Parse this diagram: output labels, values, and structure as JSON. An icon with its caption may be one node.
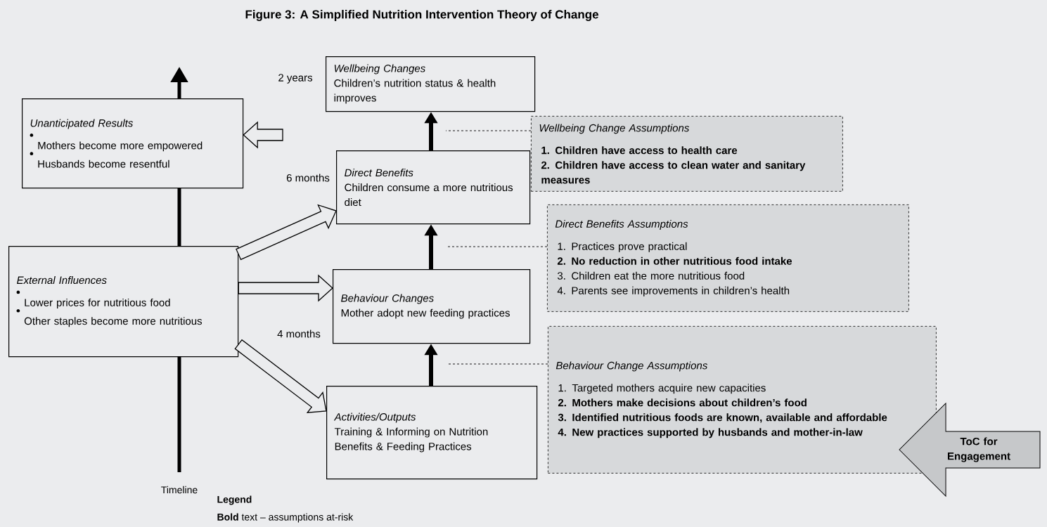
{
  "diagram": {
    "title": "Figure 3:  A Simplified Nutrition Intervention Theory of Change",
    "nodes": [
      {
        "text": [
          "Wellbeing Changes",
          "Children’s nutrition status & health improves"
        ],
        "beside": [
          "2 years"
        ]
      },
      {
        "text": [
          "Direct Benefits",
          "Children consume a more nutritious diet"
        ],
        "beside": [
          "6 months"
        ]
      },
      {
        "text": [
          "Behaviour Changes",
          "Mother adopt new feeding practices"
        ],
        "beside": [
          "4 months"
        ]
      },
      {
        "text": [
          "Activities/Outputs",
          "Training & Informing on Nutrition Benefits & Feeding Practices"
        ]
      },
      {
        "text": [
          "Unanticipated Results",
          "Mothers become more empowered",
          "Husbands become resentful"
        ]
      },
      {
        "text": [
          "External Influences",
          "Lower prices for nutritious food",
          "Other staples become more nutritious"
        ]
      },
      {
        "text": [
          "Wellbeing Change Assumptions",
          "**1. Children have access to health care**",
          "**2. Children have access to clean water and sanitary measures**"
        ]
      },
      {
        "text": [
          "Direct Benefits Assumptions",
          "1. Practices prove practical",
          "**2. No reduction in other nutritious food intake**",
          "3. Children eat the more nutritious food",
          "4.  Parents see improvements in children’s health"
        ]
      },
      {
        "text": [
          "Behaviour Change Assumptions",
          "1. Targeted mothers acquire new capacities",
          "**2. Mothers make decisions about children’s food**",
          "**3. Identified nutritious foods are known, available and affordable**",
          "**4. New practices supported by husbands and mother-in-law**"
        ]
      },
      {
        "text": [
          "ToC for Engagement"
        ]
      }
    ],
    "edges": [
      {
        "from": 3,
        "to": 2,
        "arrow": "to",
        "style": "thick"
      },
      {
        "from": 2,
        "to": 1,
        "arrow": "to",
        "style": "thick"
      },
      {
        "from": 1,
        "to": 0,
        "arrow": "to",
        "style": "thick"
      },
      {
        "from": null,
        "to": 4,
        "arrow": "to"
      },
      {
        "from": 5,
        "to": 1,
        "arrow": "to"
      },
      {
        "from": 5,
        "to": 2,
        "arrow": "to"
      },
      {
        "from": 5,
        "to": 3,
        "arrow": "to"
      },
      {
        "from": 6,
        "to": null,
        "arrow": "none",
        "style": "dashed"
      },
      {
        "from": 7,
        "to": null,
        "arrow": "none",
        "style": "dashed"
      },
      {
        "from": 8,
        "to": null,
        "arrow": "none",
        "style": "dashed"
      }
    ],
    "labels": [
      "Timeline",
      "Legend",
      "**Bold** text – assumptions at-risk"
    ]
  }
}
